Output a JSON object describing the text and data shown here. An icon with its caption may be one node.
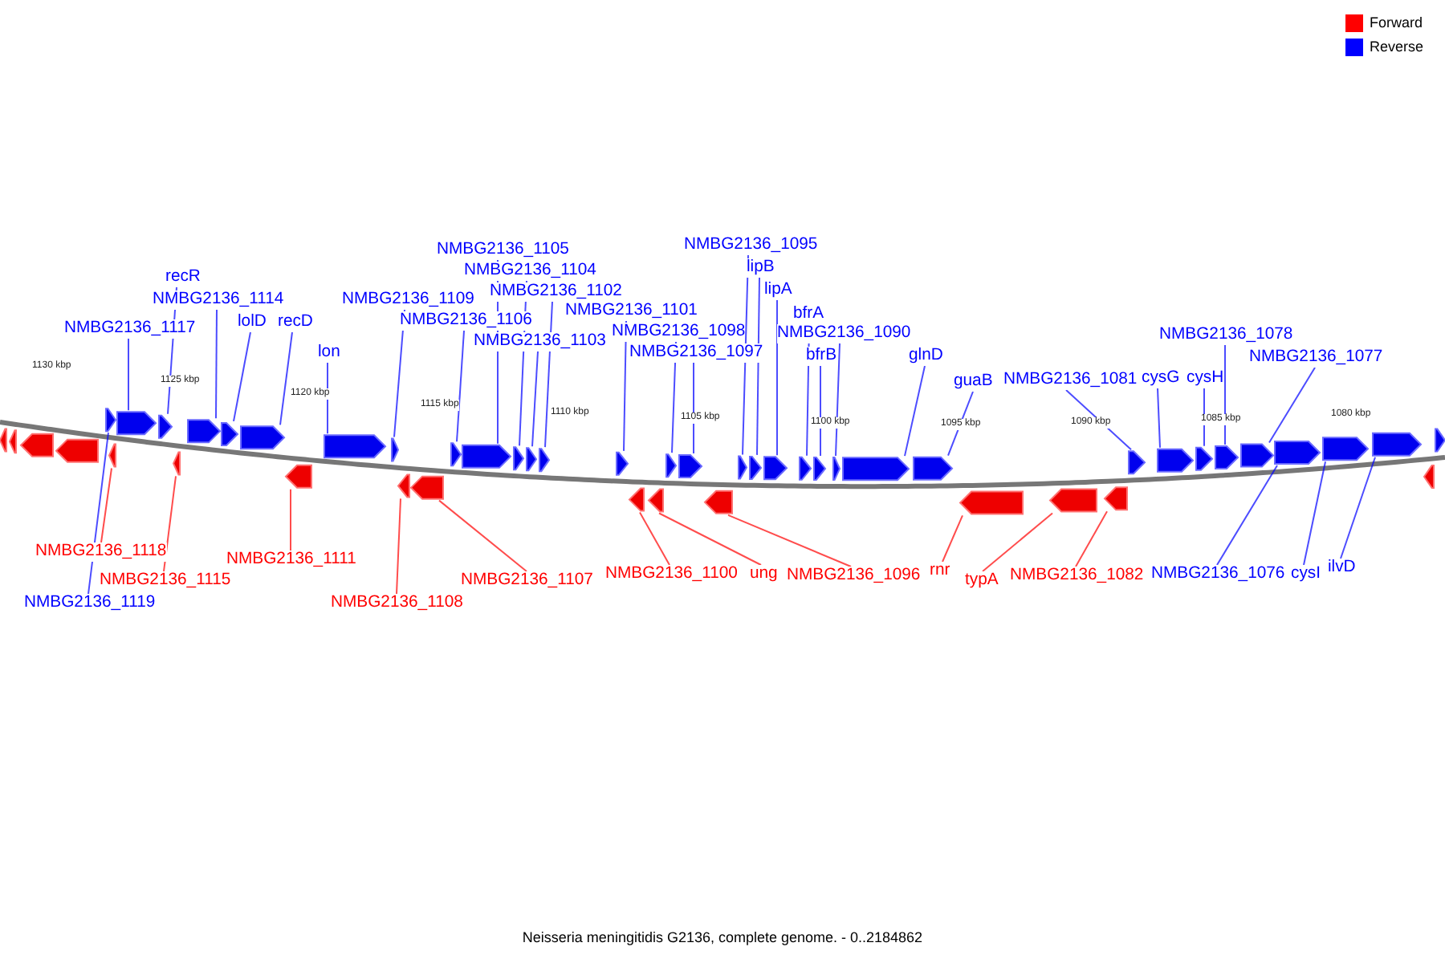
{
  "diagram": {
    "caption": "Neisseria meningitidis G2136, complete genome. - 0..2184862",
    "nodes": [
      {
        "text": [
          "NMBG2136_1117"
        ]
      },
      {
        "text": [
          "recR"
        ]
      },
      {
        "text": [
          "NMBG2136_1114"
        ]
      },
      {
        "text": [
          "lolD"
        ]
      },
      {
        "text": [
          "recD"
        ]
      },
      {
        "text": [
          "lon"
        ]
      },
      {
        "text": [
          "NMBG2136_1109"
        ]
      },
      {
        "text": [
          "NMBG2136_1106"
        ]
      },
      {
        "text": [
          "NMBG2136_1105"
        ]
      },
      {
        "text": [
          "NMBG2136_1104"
        ]
      },
      {
        "text": [
          "NMBG2136_1102"
        ]
      },
      {
        "text": [
          "NMBG2136_1103"
        ]
      },
      {
        "text": [
          "NMBG2136_1101"
        ]
      },
      {
        "text": [
          "NMBG2136_1098"
        ]
      },
      {
        "text": [
          "NMBG2136_1097"
        ]
      },
      {
        "text": [
          "NMBG2136_1095"
        ]
      },
      {
        "text": [
          "lipB"
        ]
      },
      {
        "text": [
          "lipA"
        ]
      },
      {
        "text": [
          "bfrA"
        ]
      },
      {
        "text": [
          "NMBG2136_1090"
        ]
      },
      {
        "text": [
          "bfrB"
        ]
      },
      {
        "text": [
          "glnD"
        ]
      },
      {
        "text": [
          "guaB"
        ]
      },
      {
        "text": [
          "NMBG2136_1081"
        ]
      },
      {
        "text": [
          "cysG"
        ]
      },
      {
        "text": [
          "cysH"
        ]
      },
      {
        "text": [
          "NMBG2136_1078"
        ]
      },
      {
        "text": [
          "NMBG2136_1077"
        ]
      },
      {
        "text": [
          "NMBG2136_1118"
        ]
      },
      {
        "text": [
          "NMBG2136_1119"
        ]
      },
      {
        "text": [
          "NMBG2136_1115"
        ]
      },
      {
        "text": [
          "NMBG2136_1111"
        ]
      },
      {
        "text": [
          "NMBG2136_1108"
        ]
      },
      {
        "text": [
          "NMBG2136_1107"
        ]
      },
      {
        "text": [
          "NMBG2136_1100"
        ]
      },
      {
        "text": [
          "ung"
        ]
      },
      {
        "text": [
          "NMBG2136_1096"
        ]
      },
      {
        "text": [
          "rnr"
        ]
      },
      {
        "text": [
          "typA"
        ]
      },
      {
        "text": [
          "NMBG2136_1082"
        ]
      },
      {
        "text": [
          "NMBG2136_1076"
        ]
      },
      {
        "text": [
          "cysI"
        ]
      },
      {
        "text": [
          "ilvD"
        ]
      },
      {
        "text": [],
        "shape": "pentagon"
      },
      {
        "text": [],
        "shape": "pentagon"
      },
      {
        "text": [],
        "shape": "pentagon"
      },
      {
        "text": [],
        "shape": "pentagon"
      },
      {
        "text": [],
        "shape": "pentagon"
      },
      {
        "text": [],
        "shape": "pentagon"
      },
      {
        "text": [],
        "shape": "pentagon"
      },
      {
        "text": [],
        "shape": "pentagon"
      },
      {
        "text": [],
        "shape": "pentagon"
      },
      {
        "text": [],
        "shape": "pentagon"
      },
      {
        "text": [],
        "shape": "pentagon"
      },
      {
        "text": [],
        "shape": "pentagon"
      },
      {
        "text": [],
        "shape": "pentagon"
      },
      {
        "text": [],
        "shape": "pentagon"
      },
      {
        "text": [],
        "shape": "pentagon"
      },
      {
        "text": [],
        "shape": "pentagon"
      },
      {
        "text": [],
        "shape": "pentagon"
      },
      {
        "text": [],
        "shape": "pentagon"
      },
      {
        "text": [],
        "shape": "pentagon"
      },
      {
        "text": [],
        "shape": "pentagon"
      },
      {
        "text": [],
        "shape": "pentagon"
      },
      {
        "text": [],
        "shape": "pentagon"
      },
      {
        "text": [],
        "shape": "pentagon"
      },
      {
        "text": [],
        "shape": "pentagon"
      },
      {
        "text": [],
        "shape": "pentagon"
      },
      {
        "text": [],
        "shape": "pentagon"
      },
      {
        "text": [],
        "shape": "pentagon"
      },
      {
        "text": [],
        "shape": "pentagon"
      },
      {
        "text": [],
        "shape": "pentagon"
      },
      {
        "text": [],
        "shape": "pentagon"
      },
      {
        "text": [],
        "shape": "pentagon"
      },
      {
        "text": [],
        "shape": "pentagon"
      },
      {
        "text": [],
        "shape": "pentagon"
      },
      {
        "text": [],
        "shape": "pentagon"
      },
      {
        "text": [],
        "shape": "pentagon"
      },
      {
        "text": [],
        "shape": "pentagon"
      },
      {
        "text": [],
        "shape": "pentagon"
      },
      {
        "text": [],
        "shape": "pentagon"
      },
      {
        "text": [],
        "shape": "pentagon"
      },
      {
        "text": [],
        "shape": "pentagon"
      },
      {
        "text": [],
        "shape": "pentagon"
      },
      {
        "text": [],
        "shape": "pentagon"
      },
      {
        "text": [],
        "shape": "pentagon"
      },
      {
        "text": [],
        "shape": "pentagon"
      },
      {
        "text": [],
        "shape": "pentagon"
      },
      {
        "text": [],
        "shape": "pentagon"
      },
      {
        "text": [],
        "shape": "pentagon"
      },
      {
        "text": [],
        "shape": "pentagon"
      },
      {
        "text": [],
        "shape": "pentagon"
      }
    ],
    "edges": [
      {
        "from": 0,
        "to": 44,
        "arrow": "none"
      },
      {
        "from": 1,
        "to": 45,
        "arrow": "none"
      },
      {
        "from": 2,
        "to": 46,
        "arrow": "none"
      },
      {
        "from": 3,
        "to": 47,
        "arrow": "none"
      },
      {
        "from": 4,
        "to": 48,
        "arrow": "none"
      },
      {
        "from": 5,
        "to": 49,
        "arrow": "none"
      },
      {
        "from": 6,
        "to": 50,
        "arrow": "none"
      },
      {
        "from": 7,
        "to": 51,
        "arrow": "none"
      },
      {
        "from": 8,
        "to": 52,
        "arrow": "none"
      },
      {
        "from": 9,
        "to": 53,
        "arrow": "none"
      },
      {
        "from": 10,
        "to": 55,
        "arrow": "none"
      },
      {
        "from": 11,
        "to": 54,
        "arrow": "none"
      },
      {
        "from": 12,
        "to": 56,
        "arrow": "none"
      },
      {
        "from": 13,
        "to": 57,
        "arrow": "none"
      },
      {
        "from": 14,
        "to": 58,
        "arrow": "none"
      },
      {
        "from": 15,
        "to": 59,
        "arrow": "none"
      },
      {
        "from": 16,
        "to": 60,
        "arrow": "none"
      },
      {
        "from": 17,
        "to": 61,
        "arrow": "none"
      },
      {
        "from": 18,
        "to": 62,
        "arrow": "none"
      },
      {
        "from": 19,
        "to": 64,
        "arrow": "none"
      },
      {
        "from": 20,
        "to": 63,
        "arrow": "none"
      },
      {
        "from": 21,
        "to": 65,
        "arrow": "none"
      },
      {
        "from": 22,
        "to": 66,
        "arrow": "none"
      },
      {
        "from": 23,
        "to": 67,
        "arrow": "none"
      },
      {
        "from": 24,
        "to": 68,
        "arrow": "none"
      },
      {
        "from": 25,
        "to": 69,
        "arrow": "none"
      },
      {
        "from": 26,
        "to": 70,
        "arrow": "none"
      },
      {
        "from": 27,
        "to": 71,
        "arrow": "none"
      },
      {
        "from": 28,
        "to": 80,
        "arrow": "none",
        "color": "#ff0000"
      },
      {
        "from": 29,
        "to": 43,
        "arrow": "none"
      },
      {
        "from": 30,
        "to": 81,
        "arrow": "none",
        "color": "#ff0000"
      },
      {
        "from": 31,
        "to": 82,
        "arrow": "none",
        "color": "#ff0000"
      },
      {
        "from": 32,
        "to": 83,
        "arrow": "none",
        "color": "#ff0000"
      },
      {
        "from": 33,
        "to": 84,
        "arrow": "none",
        "color": "#ff0000"
      },
      {
        "from": 34,
        "to": 85,
        "arrow": "none",
        "color": "#ff0000"
      },
      {
        "from": 35,
        "to": 86,
        "arrow": "none",
        "color": "#ff0000"
      },
      {
        "from": 36,
        "to": 87,
        "arrow": "none",
        "color": "#ff0000"
      },
      {
        "from": 37,
        "to": 88,
        "arrow": "none",
        "color": "#ff0000"
      },
      {
        "from": 38,
        "to": 89,
        "arrow": "none",
        "color": "#ff0000"
      },
      {
        "from": 39,
        "to": 90,
        "arrow": "none",
        "color": "#ff0000"
      },
      {
        "from": 40,
        "to": 72,
        "arrow": "none"
      },
      {
        "from": 41,
        "to": 73,
        "arrow": "none"
      },
      {
        "from": 42,
        "to": 74,
        "arrow": "none"
      }
    ],
    "labels": [
      "1130 kbp",
      "1125 kbp",
      "1120 kbp",
      "1115 kbp",
      "1110 kbp",
      "1105 kbp",
      "1100 kbp",
      "1095 kbp",
      "1090 kbp",
      "1085 kbp",
      "1080 kbp"
    ],
    "legend": [
      {
        "text": "Forward",
        "color": "#ff0000"
      },
      {
        "text": "Reverse",
        "color": "#0000ff"
      }
    ]
  }
}
